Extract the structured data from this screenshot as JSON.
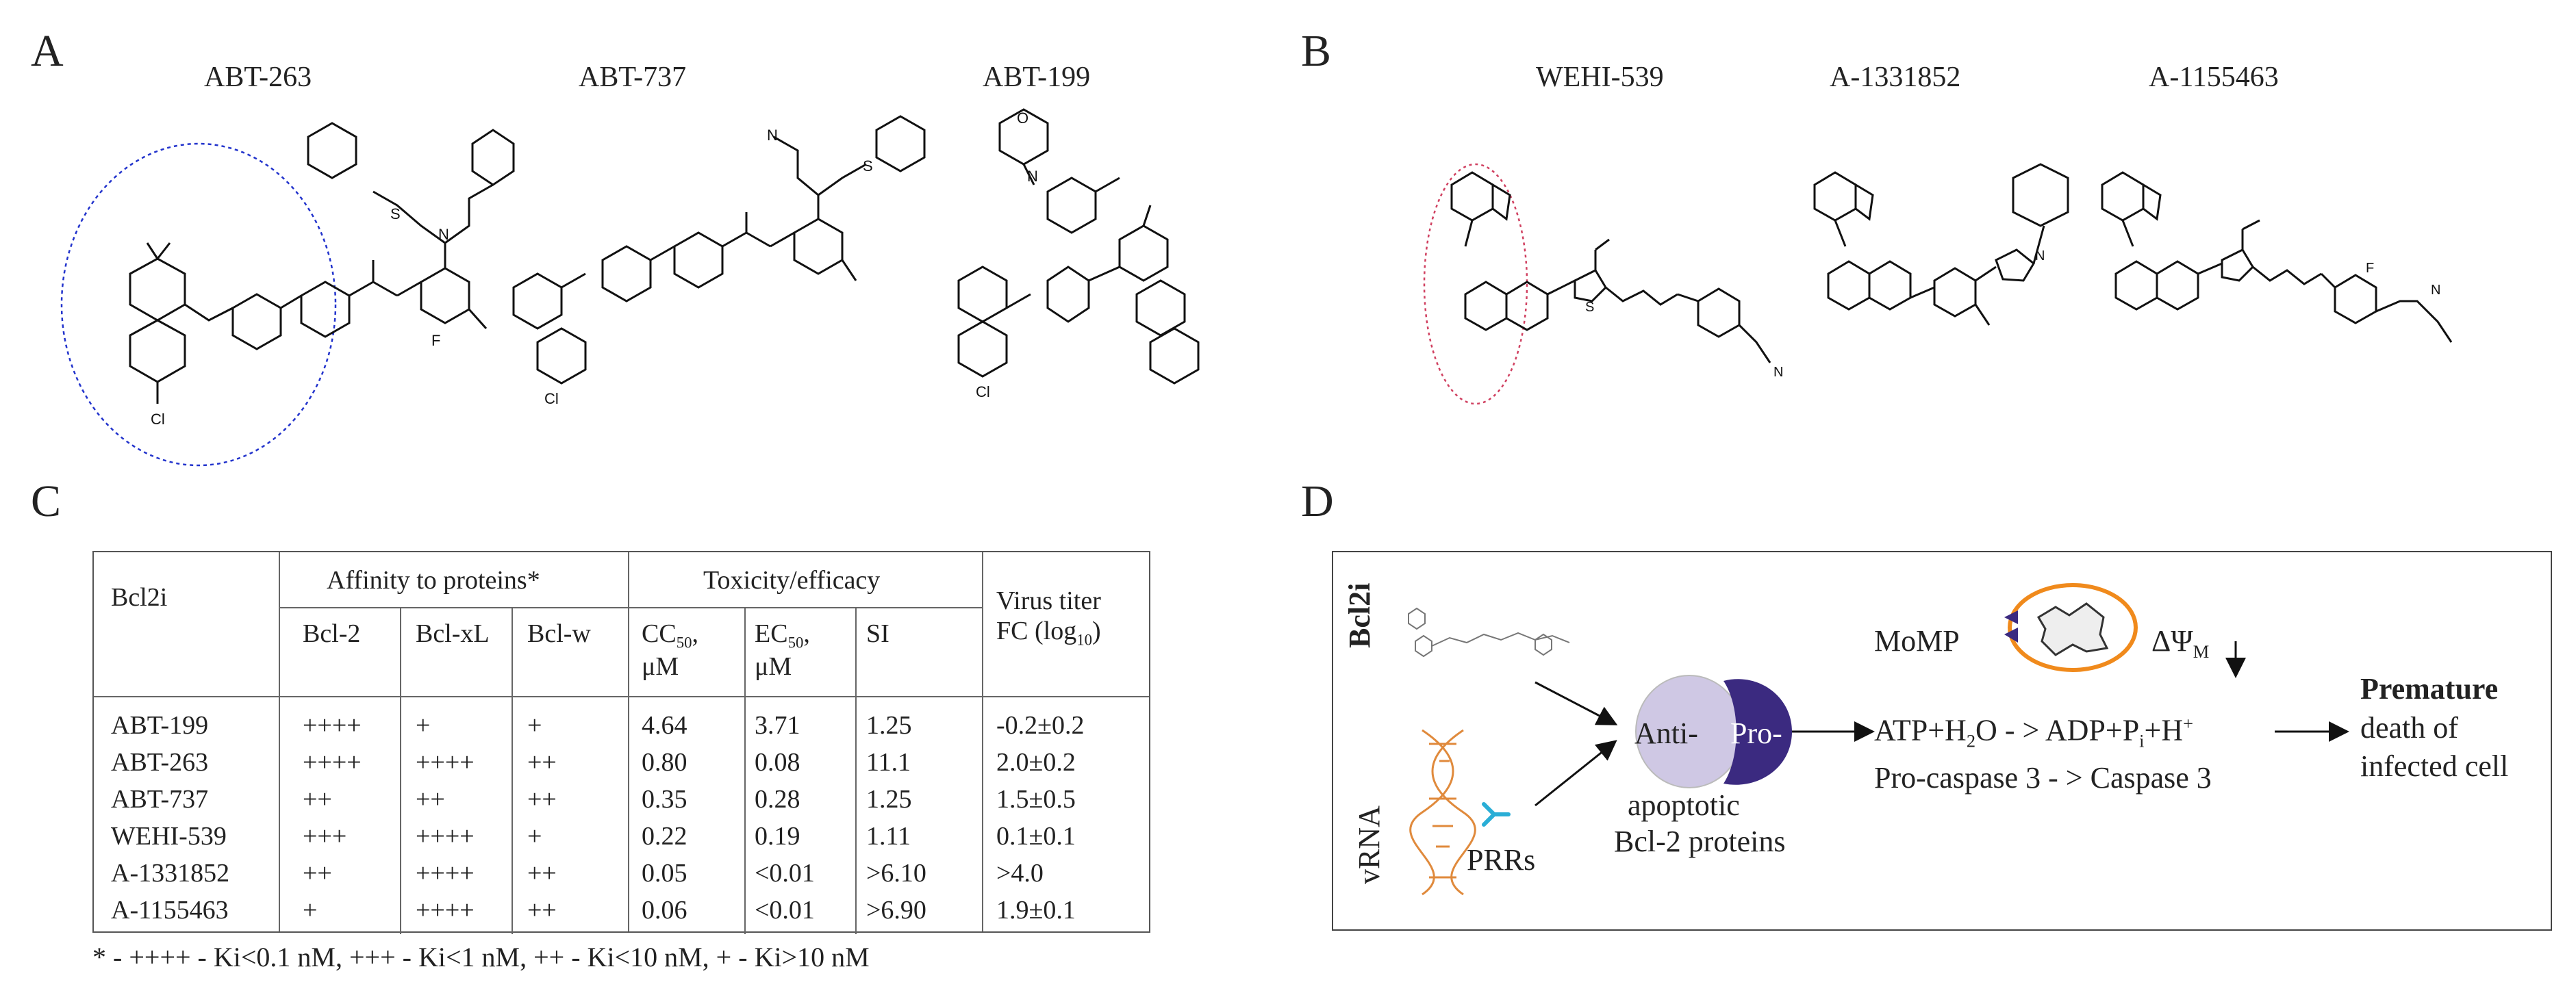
{
  "panel_a": {
    "letter": "A",
    "compounds": [
      {
        "name": "ABT-263",
        "labels": {
          "cl": "Cl",
          "f": "F",
          "n": "N",
          "s": "S"
        }
      },
      {
        "name": "ABT-737",
        "labels": {
          "cl": "Cl",
          "n": "N",
          "s": "S"
        }
      },
      {
        "name": "ABT-199",
        "labels": {
          "cl": "Cl",
          "n": "N",
          "o": "O"
        }
      }
    ]
  },
  "panel_b": {
    "letter": "B",
    "compounds": [
      {
        "name": "WEHI-539",
        "labels": {
          "n": "N",
          "s": "S"
        }
      },
      {
        "name": "A-1331852",
        "labels": {
          "n": "N"
        }
      },
      {
        "name": "A-1155463",
        "labels": {
          "n": "N",
          "f": "F"
        }
      }
    ]
  },
  "panel_c": {
    "letter": "C",
    "table": {
      "header_bcl2i": "Bcl2i",
      "group_affinity": "Affinity to proteins*",
      "group_toxicity": "Toxicity/efficacy",
      "virus_titer_1": "Virus titer",
      "virus_titer_2": "FC (log",
      "virus_titer_sub": "10",
      "col_bcl2": "Bcl-2",
      "col_bclxl": "Bcl-xL",
      "col_bclw": "Bcl-w",
      "col_cc50": "CC",
      "col_cc50_sub": "50",
      "col_ec50": "EC",
      "col_ec50_sub": "50",
      "unit_um": "μM",
      "col_si": "SI",
      "rows": [
        {
          "name": "ABT-199",
          "bcl2": "++++",
          "bclxl": "+",
          "bclw": "+",
          "cc50": "4.64",
          "ec50": "3.71",
          "si": "1.25",
          "fc": "-0.2±0.2"
        },
        {
          "name": "ABT-263",
          "bcl2": "++++",
          "bclxl": "++++",
          "bclw": "++",
          "cc50": "0.80",
          "ec50": "0.08",
          "si": "11.1",
          "fc": "2.0±0.2"
        },
        {
          "name": "ABT-737",
          "bcl2": "++",
          "bclxl": "++",
          "bclw": "++",
          "cc50": "0.35",
          "ec50": "0.28",
          "si": "1.25",
          "fc": "1.5±0.5"
        },
        {
          "name": "WEHI-539",
          "bcl2": "+++",
          "bclxl": "++++",
          "bclw": "+",
          "cc50": "0.22",
          "ec50": "0.19",
          "si": "1.11",
          "fc": "0.1±0.1"
        },
        {
          "name": "A-1331852",
          "bcl2": "++",
          "bclxl": "++++",
          "bclw": "++",
          "cc50": "0.05",
          "ec50": "<0.01",
          "si": ">6.10",
          "fc": ">4.0"
        },
        {
          "name": "A-1155463",
          "bcl2": "+",
          "bclxl": "++++",
          "bclw": "++",
          "cc50": "0.06",
          "ec50": "<0.01",
          "si": ">6.90",
          "fc": "1.9±0.1"
        }
      ]
    },
    "footnote": "* - ++++ - Ki<0.1 nM, +++ - Ki<1 nM, ++ - Ki<10 nM, + - Ki>10 nM"
  },
  "panel_d": {
    "letter": "D",
    "bcl2i": "Bcl2i",
    "vrna": "vRNA",
    "prrs": "PRRs",
    "anti": "Anti-",
    "pro": "Pro-",
    "apoptotic": "apoptotic",
    "bcl2_proteins": "Bcl-2 proteins",
    "momp": "MoMP",
    "delta_psi": "ΔΨ",
    "delta_psi_sub": "M",
    "atp_1": "ATP+H",
    "atp_sub2": "2",
    "atp_2": "O - > ADP+P",
    "atp_sub_i": "i",
    "atp_3": "+H",
    "atp_sup": "+",
    "caspase": "Pro-caspase 3 - > Caspase 3",
    "premature": "Premature",
    "death_of": "death of",
    "infected_cell": "infected cell",
    "colors": {
      "anti": "#cfc8e4",
      "pro": "#3b2a80",
      "mito": "#f08a1c",
      "prr": "#2aaed6",
      "dna": "#e08a3c"
    }
  }
}
